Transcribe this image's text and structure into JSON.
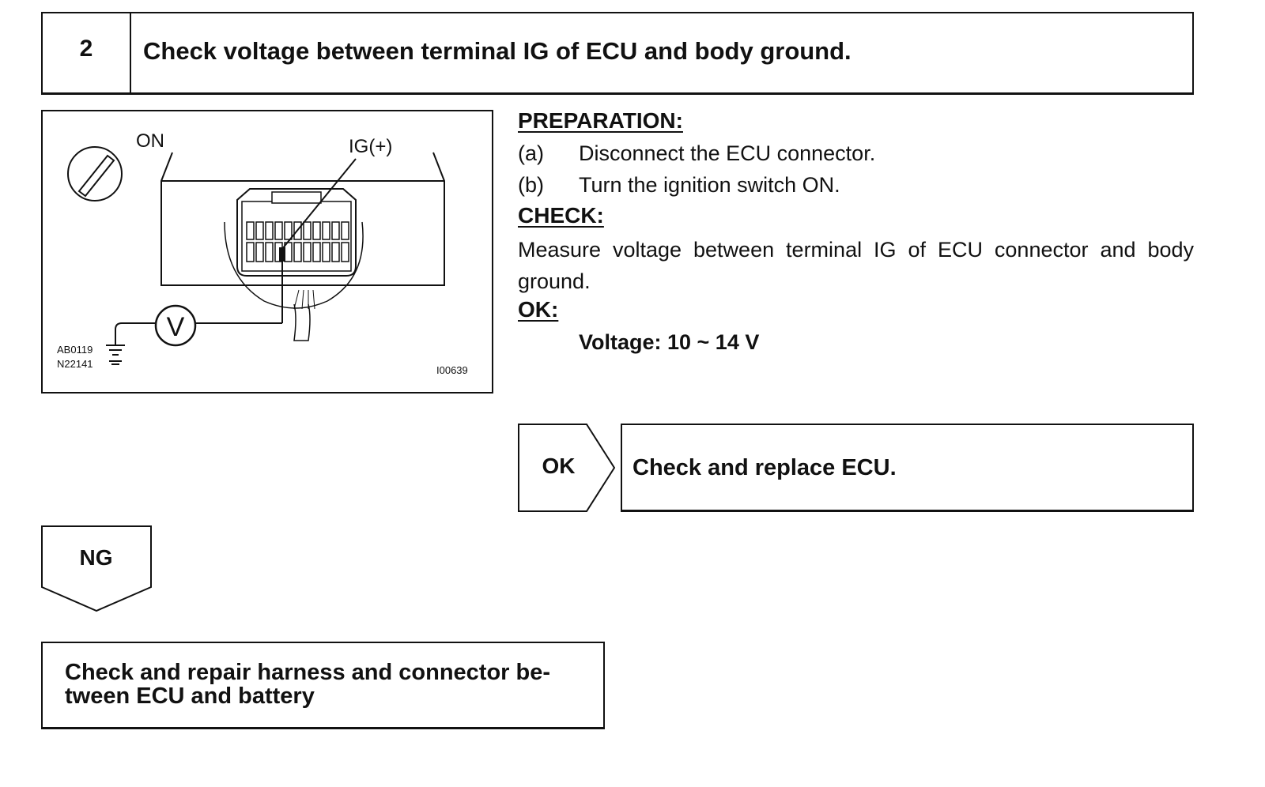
{
  "step": {
    "number": "2",
    "title": "Check voltage between terminal IG of ECU and body ground."
  },
  "figure": {
    "switch_label": "ON",
    "terminal_label": "IG(+)",
    "meter_label": "V",
    "code_left_1": "AB0119",
    "code_left_2": "N22141",
    "code_right": "I00639",
    "icons": [
      "ignition-switch-icon",
      "connector-icon",
      "voltmeter-icon",
      "ground-icon"
    ]
  },
  "preparation": {
    "heading": "PREPARATION:",
    "items": [
      {
        "letter": "(a)",
        "text": "Disconnect the ECU connector."
      },
      {
        "letter": "(b)",
        "text": "Turn the ignition switch ON."
      }
    ]
  },
  "check": {
    "heading": "CHECK:",
    "text": "Measure voltage between terminal IG of ECU connector and body ground."
  },
  "ok": {
    "heading": "OK:",
    "spec": "Voltage: 10 ~ 14 V"
  },
  "ok_branch": {
    "label": "OK",
    "result": "Check and replace ECU."
  },
  "ng_branch": {
    "label": "NG",
    "result_line1": "Check and repair harness and connector be-",
    "result_line2": "tween ECU and battery"
  }
}
